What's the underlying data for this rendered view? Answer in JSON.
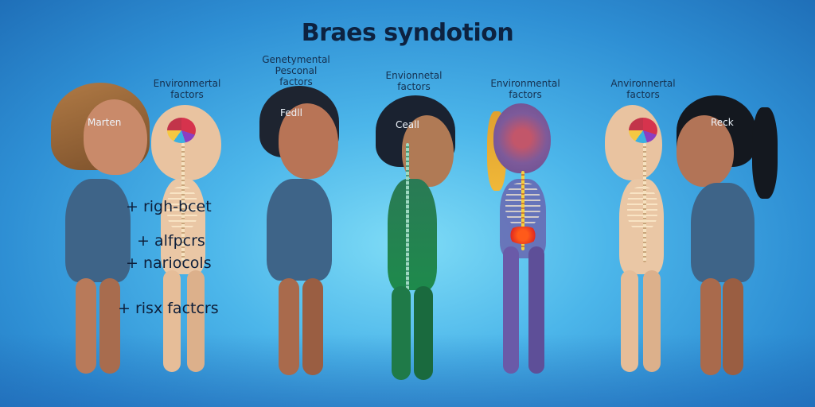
{
  "title": "Braes syndotion",
  "labels": [
    {
      "id": "label-1",
      "text_lines": [
        "Environmertal",
        "factors"
      ]
    },
    {
      "id": "label-2",
      "text_lines": [
        "Genetymental",
        "Pesconal",
        "factors"
      ]
    },
    {
      "id": "label-3",
      "text_lines": [
        "Envionnetal",
        "factors"
      ]
    },
    {
      "id": "label-4",
      "text_lines": [
        "Environmental",
        "factors"
      ]
    },
    {
      "id": "label-5",
      "text_lines": [
        "Anvironnertal",
        "factors"
      ]
    }
  ],
  "figures": [
    {
      "name_tag": "Marten",
      "style": "child-brown-hair",
      "outfit_color": "#3e6488"
    },
    {
      "name_tag": "",
      "style": "skin-anatomy",
      "outfit_color": "#e9c3a0"
    },
    {
      "name_tag": "Fedll",
      "style": "child-dark-hair",
      "outfit_color": "#3e6488"
    },
    {
      "name_tag": "Ceall",
      "style": "green-skeleton",
      "outfit_color": "#1e8a4c"
    },
    {
      "name_tag": "",
      "style": "purple-skeleton",
      "outfit_color": "#6a5aa8"
    },
    {
      "name_tag": "",
      "style": "skin-anatomy",
      "outfit_color": "#e9c3a0"
    },
    {
      "name_tag": "Reck",
      "style": "child-ponytail",
      "outfit_color": "#3e6488"
    }
  ],
  "bullets": [
    "+ righ-bcet",
    "+ alfpcrs",
    "+ nariocols",
    "+ risx factcrs"
  ],
  "colors": {
    "background_center": "#7fdcf6",
    "background_edge": "#1f6fb8",
    "title_text": "#0d2240",
    "label_text": "#15304f"
  }
}
